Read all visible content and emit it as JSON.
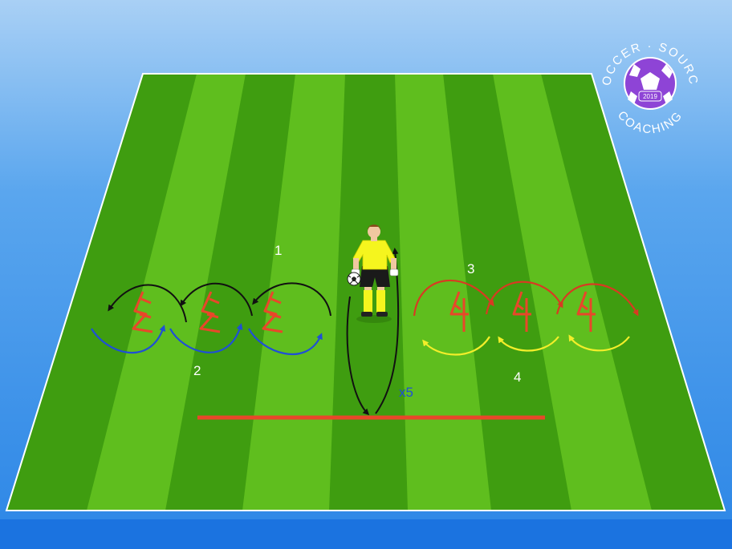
{
  "labels": {
    "drill_1": "1",
    "drill_2": "2",
    "drill_3": "3",
    "drill_4": "4",
    "repetitions": "x5"
  },
  "logo": {
    "top_text": "SOCCER · SOURCE",
    "bottom_text": "COACHING",
    "year": "2019"
  },
  "colors": {
    "pitch_light": "#5fbe1e",
    "pitch_dark": "#3f9d10",
    "pitch_line": "#ffffff",
    "hurdle": "#e8472a",
    "baseline": "#e8472a",
    "arrow_black": "#111111",
    "arrow_blue": "#1f4fd6",
    "arrow_red": "#d83a22",
    "arrow_yellow": "#f2ee2a",
    "keeper_shirt": "#f5f51e",
    "logo_purple": "#8e44d6"
  },
  "icons": {
    "goalkeeper": "goalkeeper-icon",
    "ball": "soccer-ball-icon",
    "hurdle": "hurdle-icon"
  }
}
